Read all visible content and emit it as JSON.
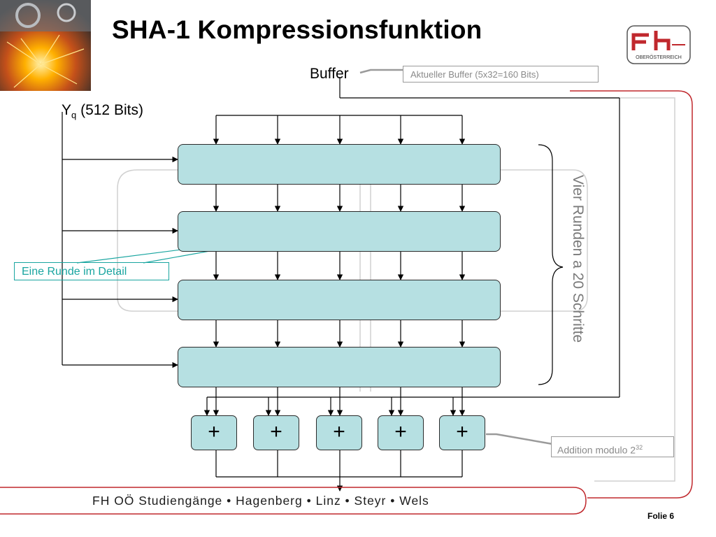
{
  "slide": {
    "title": "SHA-1 Kompressionsfunktion",
    "page_label": "Folie 6"
  },
  "logo": {
    "brand_text": "OBERÖSTERREICH"
  },
  "diagram": {
    "buffer_label": "Buffer",
    "buffer_callout": "Aktueller Buffer (5x32=160 Bits)",
    "input_label_main": "Y",
    "input_label_sub": "q",
    "input_label_rest": " (512 Bits)",
    "rounds_label": "Vier Runden a 20 Schritte",
    "round_detail_callout": "Eine Runde im Detail",
    "addition_callout_main": "Addition modulo 2",
    "addition_callout_exp": "32",
    "adder_symbol": "+",
    "round_count": 4,
    "adder_count": 5
  },
  "footer": {
    "text": "FH OÖ Studiengänge   • Hagenberg   • Linz   • Steyr   • Wels"
  },
  "colors": {
    "box_fill": "#b6e0e2",
    "footer_red": "#c0282d",
    "teal_callout": "#19a5a0"
  }
}
